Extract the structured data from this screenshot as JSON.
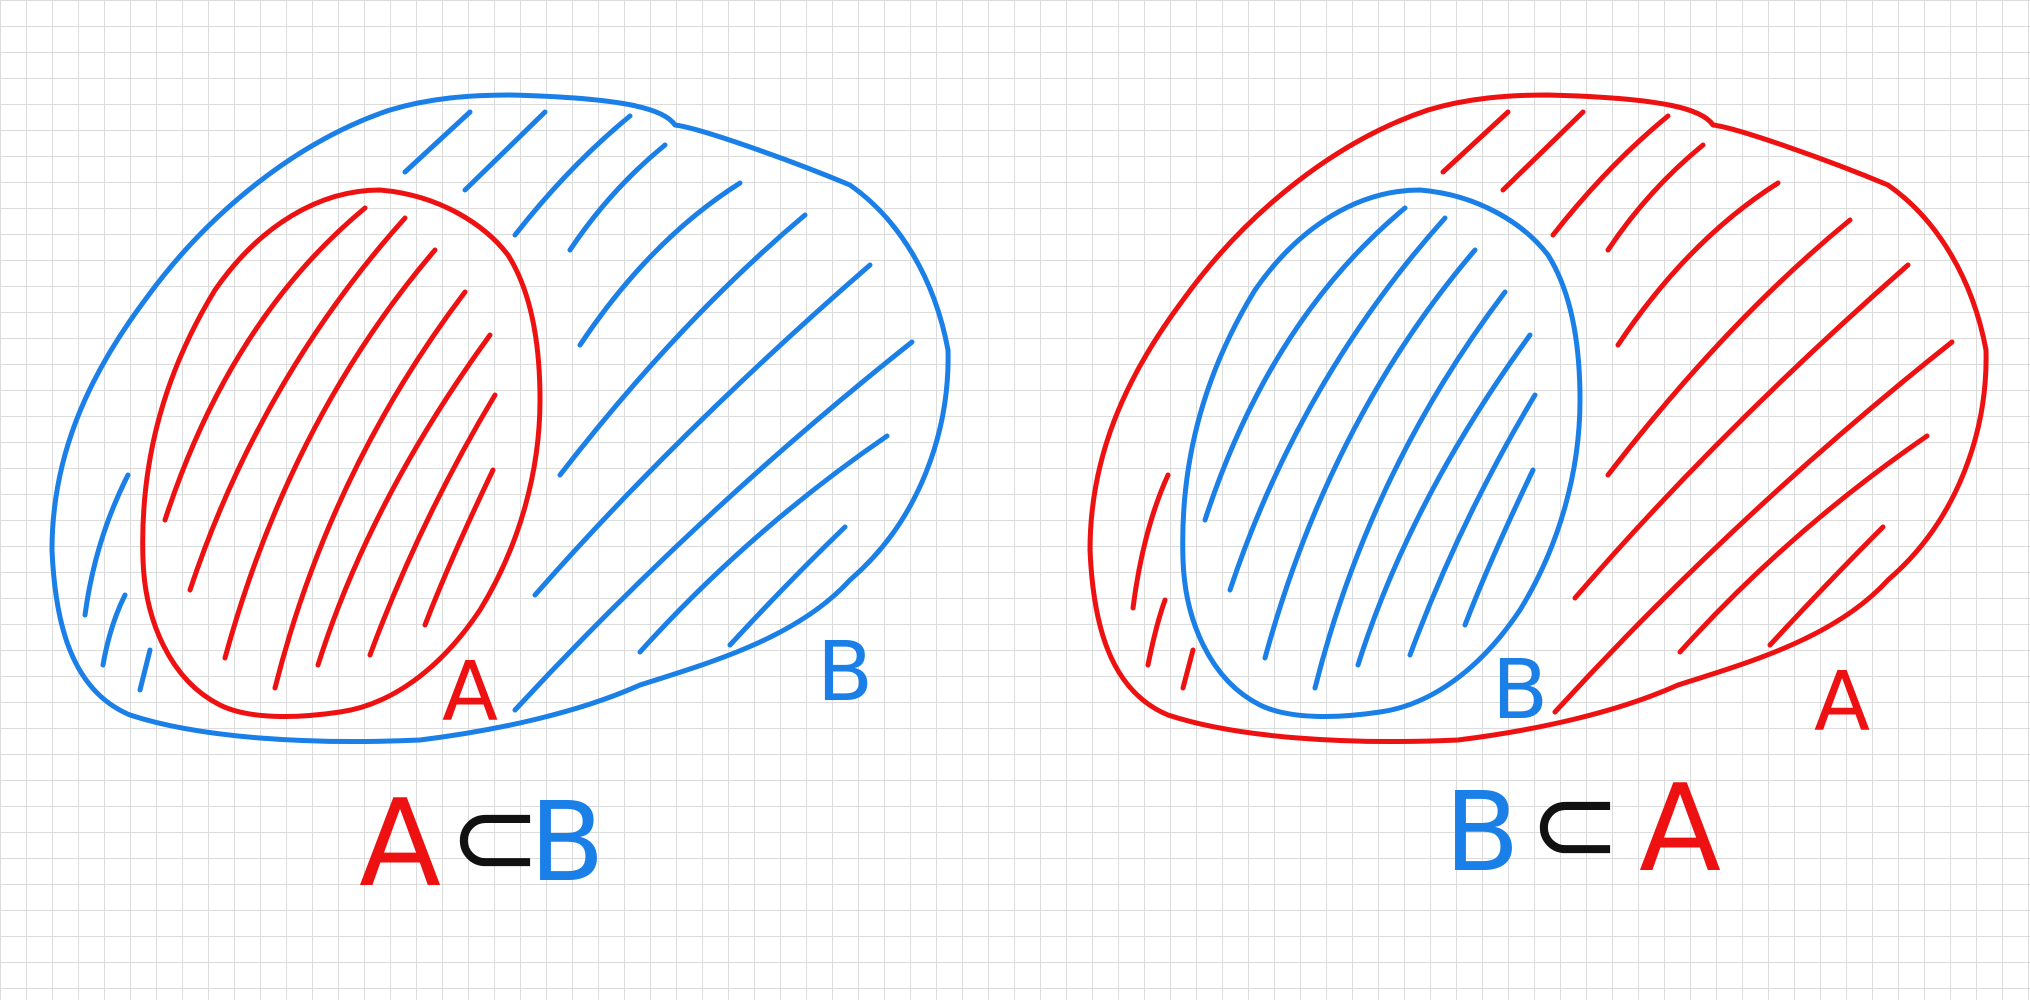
{
  "colors": {
    "red": "#ee1111",
    "blue": "#1a7fe6",
    "black": "#111111",
    "grid": "#dcdcdc"
  },
  "diagram_left": {
    "outer_set": "B",
    "inner_set": "A",
    "outer_color": "blue",
    "inner_color": "red",
    "outer_label": "B",
    "inner_label": "A",
    "caption": {
      "left": "A",
      "symbol": "⊂",
      "right": "B"
    }
  },
  "diagram_right": {
    "outer_set": "A",
    "inner_set": "B",
    "outer_color": "red",
    "inner_color": "blue",
    "outer_label": "A",
    "inner_label": "B",
    "caption": {
      "left": "B",
      "symbol": "⊂",
      "right": "A"
    }
  }
}
